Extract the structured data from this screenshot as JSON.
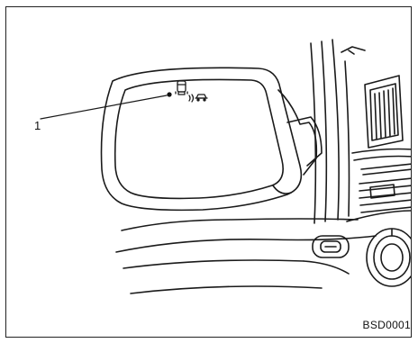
{
  "callouts": [
    {
      "label": "1",
      "target": "blind-spot-indicator-light"
    }
  ],
  "figure_code": "BSD0001",
  "icons": [
    "side-mirror",
    "blind-spot-indicator-icon",
    "door-panel",
    "air-vent",
    "control-knob"
  ]
}
